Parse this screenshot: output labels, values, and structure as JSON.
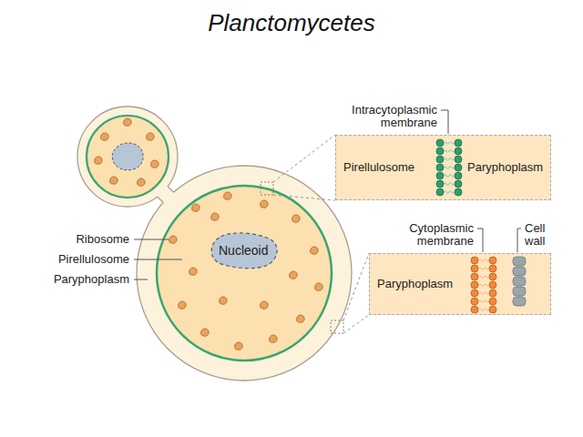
{
  "diagram": {
    "title": "Planctomycetes",
    "nodes": [
      {
        "text": [
          "Pirellulosome",
          "Paryphoplasm"
        ]
      },
      {
        "text": [
          "Nucleoid"
        ]
      },
      {
        "text": [
          "Paryphoplasm"
        ]
      }
    ],
    "labels": [
      "Intracytoplasmic membrane",
      "Cytoplasmic membrane",
      "Cell wall",
      "Ribosome",
      "Pirellulosome",
      "Paryphoplasm"
    ]
  }
}
